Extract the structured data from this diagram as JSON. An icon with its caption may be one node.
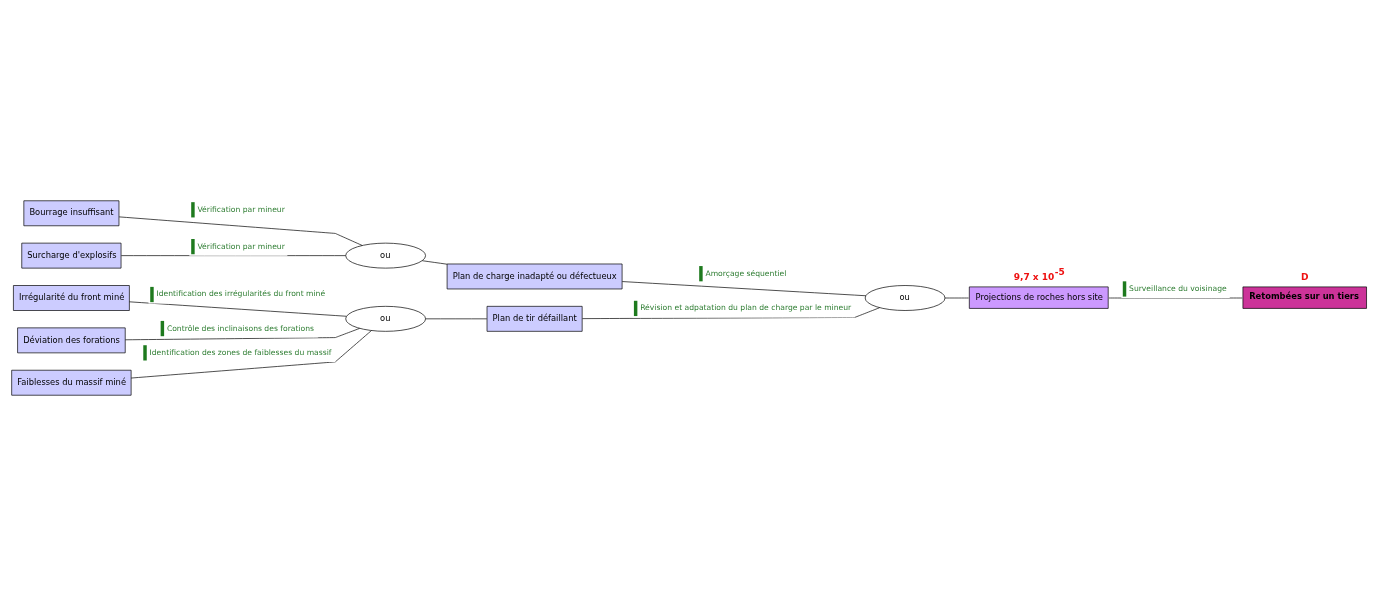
{
  "diagram": {
    "nodes": [
      {
        "text": [
          "Irrégularité du front miné"
        ]
      },
      {
        "text": [
          "Déviation des forations"
        ]
      },
      {
        "text": [
          "Faiblesses du massif miné"
        ]
      },
      {
        "text": [
          "ou"
        ]
      },
      {
        "text": [
          "Plan de tir défaillant"
        ]
      },
      {
        "text": [
          "Surcharge d'explosifs"
        ]
      },
      {
        "text": [
          "Bourrage insuffisant"
        ]
      },
      {
        "text": [
          "ou"
        ]
      },
      {
        "text": [
          "Plan de charge inadapté ou défectueux"
        ]
      },
      {
        "text": [
          "ou"
        ]
      },
      {
        "text": [
          "Projections de roches hors site"
        ],
        "beside": [
          "9,7 x 10$^{-5}$"
        ]
      },
      {
        "text": [
          "Retombées sur un tiers"
        ],
        "beside": [
          "D"
        ]
      }
    ],
    "edges": [
      {
        "from": 0,
        "to": 3,
        "arrow": "none",
        "label": "Identification des irrégularités du front miné"
      },
      {
        "from": 1,
        "to": 3,
        "arrow": "none",
        "label": "Contrôle des inclinaisons des forations"
      },
      {
        "from": 2,
        "to": 3,
        "arrow": "none",
        "label": "Identification des zones de faiblesses du massif"
      },
      {
        "from": 3,
        "to": 4,
        "arrow": "none"
      },
      {
        "from": 5,
        "to": 7,
        "arrow": "none",
        "label": "Vérification par mineur"
      },
      {
        "from": 6,
        "to": 7,
        "arrow": "none",
        "label": "Vérification par mineur"
      },
      {
        "from": 7,
        "to": 8,
        "arrow": "none"
      },
      {
        "from": 4,
        "to": 9,
        "arrow": "none",
        "label": "Révision et adpatation du plan de charge par le mineur"
      },
      {
        "from": 8,
        "to": 9,
        "arrow": "none",
        "label": "Amorçage séquentiel"
      },
      {
        "from": 9,
        "to": 10,
        "arrow": "none"
      },
      {
        "from": 10,
        "to": 11,
        "arrow": "none",
        "label": "Surveillance du voisinage"
      }
    ]
  }
}
